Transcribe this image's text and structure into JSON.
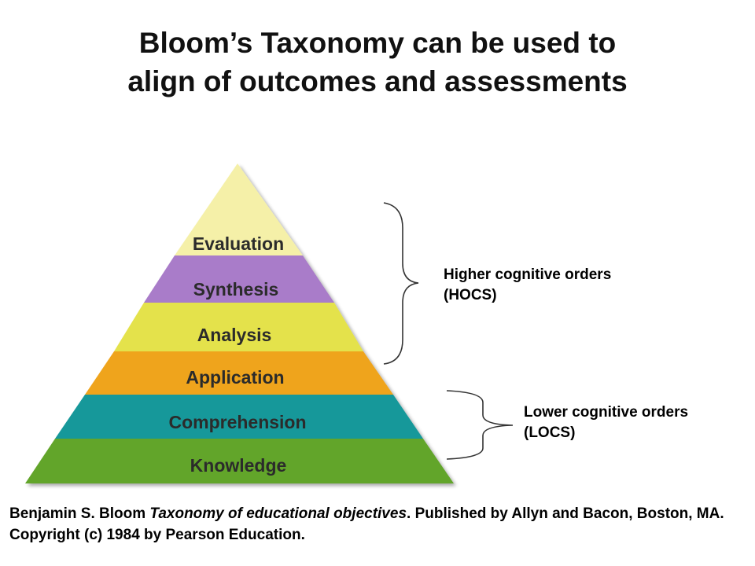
{
  "title": {
    "line1": "Bloom’s Taxonomy can be used to",
    "line2": "align of outcomes and assessments"
  },
  "pyramid": {
    "levels": [
      {
        "label": "Evaluation",
        "color": "#f5f0a8"
      },
      {
        "label": "Synthesis",
        "color": "#a97cc9"
      },
      {
        "label": "Analysis",
        "color": "#e4e24c"
      },
      {
        "label": "Application",
        "color": "#efa41c"
      },
      {
        "label": "Comprehension",
        "color": "#16989a"
      },
      {
        "label": "Knowledge",
        "color": "#62a52a"
      }
    ]
  },
  "groups": {
    "higher": {
      "line1": "Higher cognitive orders",
      "line2": "(HOCS)"
    },
    "lower": {
      "line1": "Lower cognitive orders",
      "line2": "(LOCS)"
    }
  },
  "citation": {
    "part1": "Benjamin S. Bloom ",
    "italic": "Taxonomy of educational objectives",
    "part2": ". Published by Allyn and Bacon, Boston, MA. Copyright (c) 1984 by Pearson Education."
  }
}
